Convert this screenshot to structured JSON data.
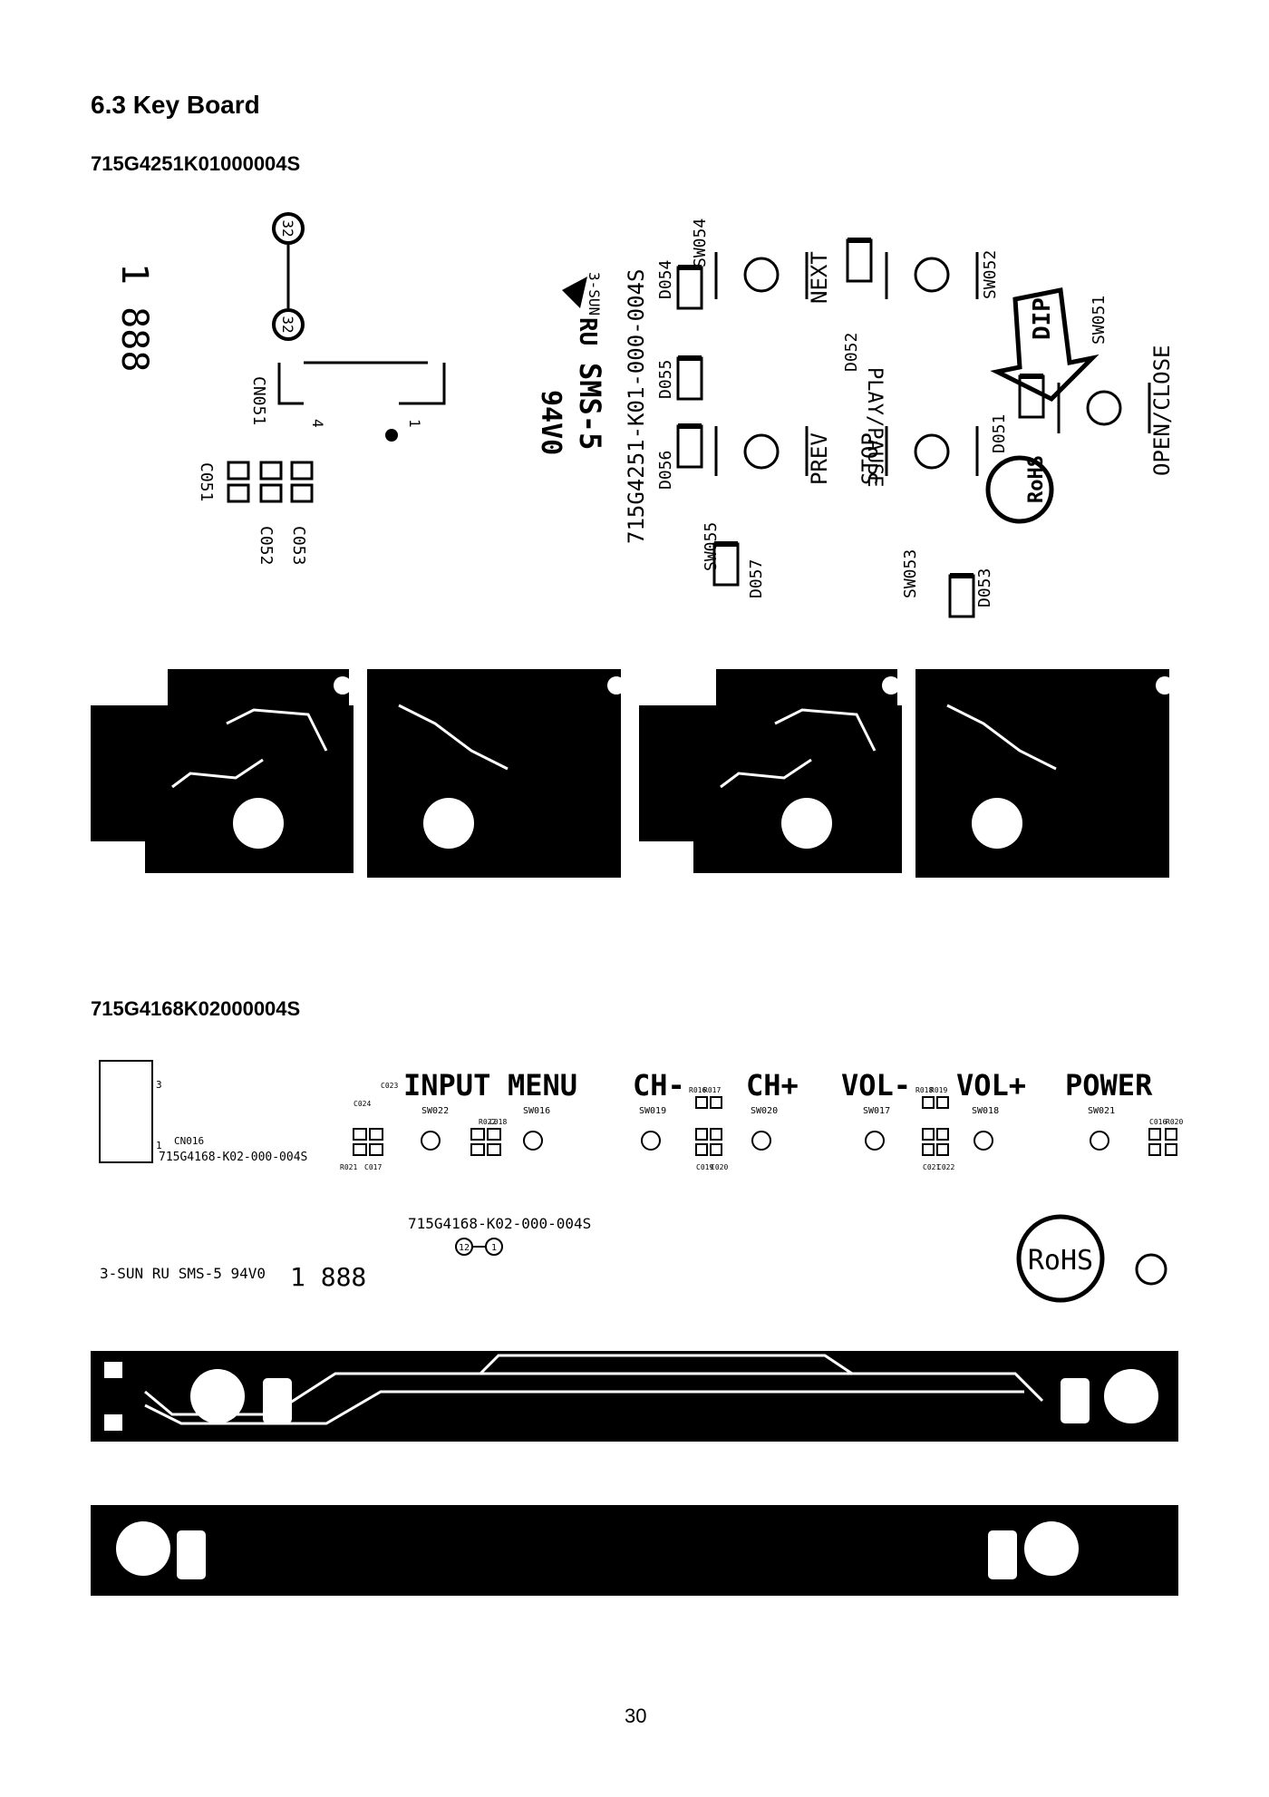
{
  "section_title": "6.3 Key Board",
  "board1": {
    "part_number": "715G4251K01000004S",
    "silkscreen": {
      "pin_marker_a": "32",
      "pin_marker_b": "32",
      "board_code": "1 888",
      "connector": "CN051",
      "pin4": "4",
      "pin1": "1",
      "caps": [
        "C051",
        "C052",
        "C053"
      ],
      "pcb_id": "715G4251-K01-000-004S",
      "maker": "3-SUN",
      "ul_mark": "RU",
      "grade": "SMS-5",
      "rating": "94V0",
      "diodes": [
        "D051",
        "D052",
        "D053",
        "D054",
        "D055",
        "D056",
        "D057"
      ],
      "switches": [
        "SW051",
        "SW052",
        "SW053",
        "SW054",
        "SW055"
      ],
      "keys": [
        "NEXT",
        "PREV",
        "STOP",
        "PLAY/PAUSE",
        "OPEN/CLOSE"
      ],
      "dip_label": "DIP",
      "rohs": "RoHS"
    }
  },
  "board2": {
    "part_number": "715G4168K02000004S",
    "silkscreen": {
      "keys": [
        "INPUT",
        "MENU",
        "CH-",
        "CH+",
        "VOL-",
        "VOL+",
        "POWER"
      ],
      "switches": [
        "SW022",
        "SW016",
        "SW019",
        "SW020",
        "SW017",
        "SW018",
        "SW021"
      ],
      "connector": "CN016",
      "pcb_id": "715G4168-K02-000-004S",
      "pcb_id_2": "715G4168-K02-000-004S",
      "pin12": "12",
      "pin1": "1",
      "pin3": "3",
      "conn_pin1": "1",
      "maker_line": "3-SUN RU SMS-5 94V0",
      "board_code": "1 888",
      "rohs": "RoHS",
      "parts": [
        "C023",
        "C024",
        "C017",
        "R021",
        "R022",
        "C018",
        "R016",
        "R017",
        "C019",
        "C020",
        "R018",
        "R019",
        "C021",
        "C022",
        "C016",
        "R020"
      ]
    }
  },
  "page_number": "30"
}
